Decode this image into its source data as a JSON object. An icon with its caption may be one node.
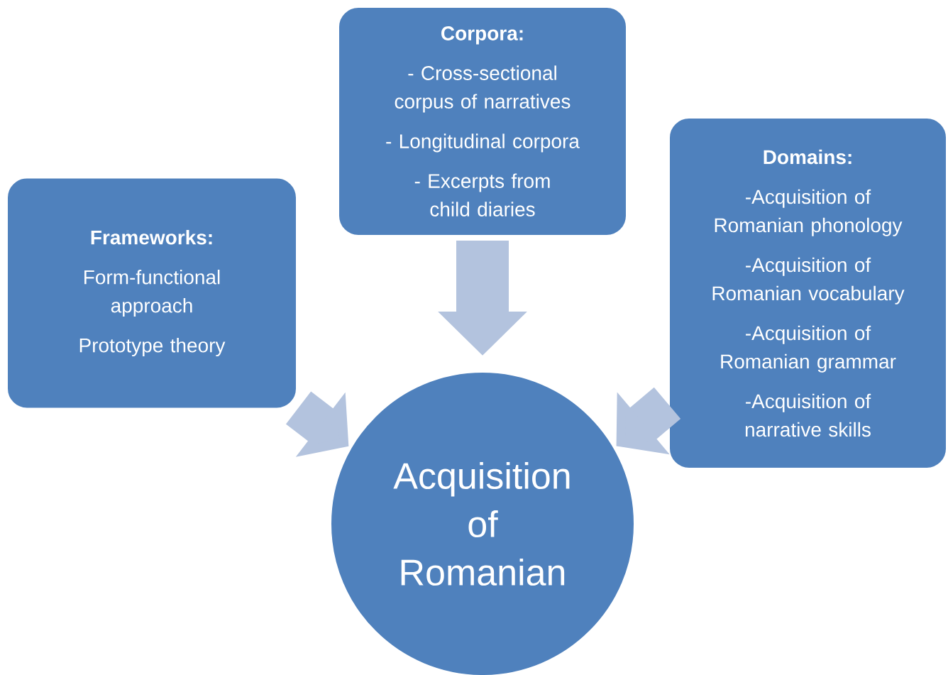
{
  "diagram": {
    "nodes": [
      {
        "text": [
          "Corpora:",
          "- Cross-sectional corpus of narratives",
          "- Longitudinal corpora",
          "- Excerpts from child diaries"
        ]
      },
      {
        "text": [
          "Domains:",
          "-Acquisition of Romanian phonology",
          "-Acquisition of Romanian vocabulary",
          "-Acquisition of Romanian grammar",
          "-Acquisition of narrative skills"
        ]
      },
      {
        "text": [
          "Frameworks:",
          "Form-functional approach",
          "Prototype theory"
        ]
      },
      {
        "text": [
          "Acquisition of Romanian"
        ]
      }
    ],
    "edges": [
      {
        "from": 0,
        "to": 3,
        "arrow": "to"
      },
      {
        "from": 2,
        "to": 3,
        "arrow": "to"
      },
      {
        "from": 1,
        "to": 3,
        "arrow": "to"
      }
    ]
  }
}
